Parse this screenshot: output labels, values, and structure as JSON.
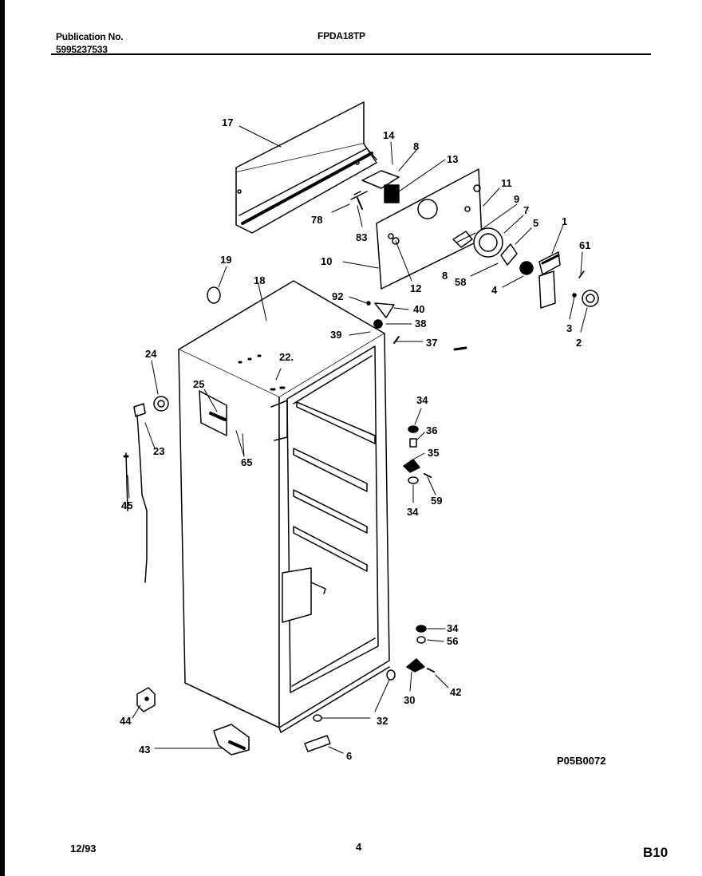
{
  "header": {
    "publication_label": "Publication No.",
    "publication_number": "5995237533",
    "model": "FPDA18TP"
  },
  "footer": {
    "date": "12/93",
    "page": "4",
    "section": "B10",
    "drawing_code": "P05B0072"
  },
  "callouts": {
    "c17": "17",
    "c14": "14",
    "c8a": "8",
    "c13": "13",
    "c11": "11",
    "c9": "9",
    "c7": "7",
    "c1": "1",
    "c5": "5",
    "c61": "61",
    "c78": "78",
    "c83": "83",
    "c10": "10",
    "c12": "12",
    "c8b": "8",
    "c58": "58",
    "c4": "4",
    "c3": "3",
    "c2": "2",
    "c19": "19",
    "c18": "18",
    "c92": "92",
    "c40": "40",
    "c38": "38",
    "c39": "39",
    "c37": "37",
    "c24": "24",
    "c22": "22.",
    "c25": "25",
    "c23": "23",
    "c65": "65",
    "c45": "45",
    "c34a": "34",
    "c36": "36",
    "c35": "35",
    "c59": "59",
    "c34b": "34",
    "c34c": "34",
    "c56": "56",
    "c42": "42",
    "c30": "30",
    "c32": "32",
    "c44": "44",
    "c43": "43",
    "c6": "6"
  }
}
